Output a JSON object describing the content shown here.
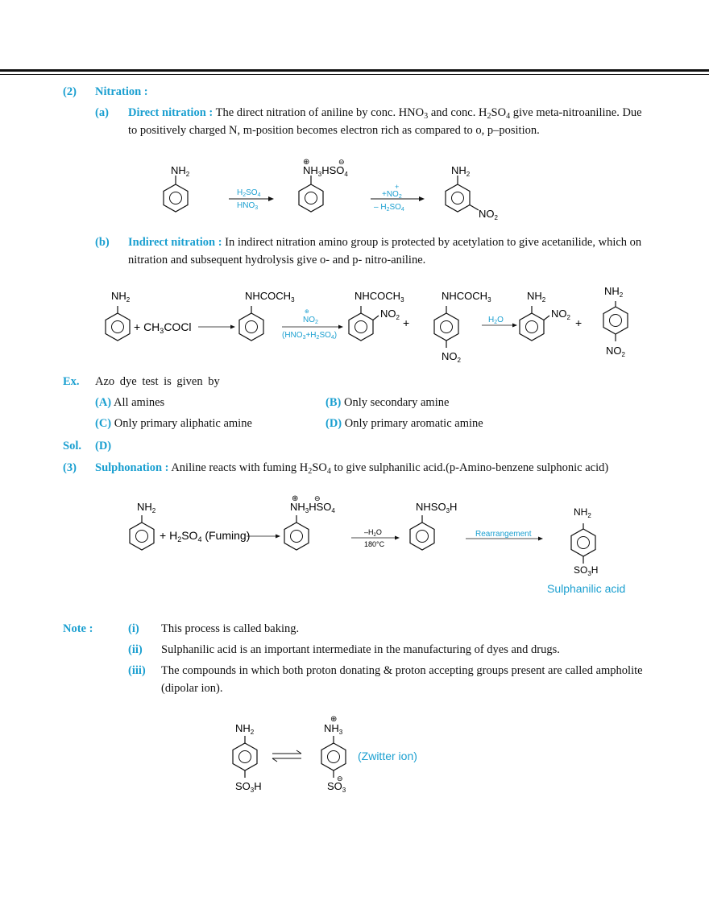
{
  "section2": {
    "num": "(2)",
    "title": "Nitration :",
    "a": {
      "label": "(a)",
      "heading": "Direct nitration :",
      "text_line1_parts": [
        "The direct nitration of aniline by conc. HNO",
        "3",
        " and conc. H",
        "2",
        "SO",
        "4",
        " give meta-nitroaniline. Due"
      ],
      "text_line2": "to positively charged N, m-position becomes electron rich as compared to o, p–position."
    },
    "b": {
      "label": "(b)",
      "heading": "Indirect nitration :",
      "text_line1": "In indirect nitration amino group is protected by acetylation to give acetanilide, which on",
      "text_line2": "nitration and subsequent hydrolysis give o- and p- nitro-aniline."
    }
  },
  "scheme1": {
    "nh2": "NH",
    "two": "2",
    "anilinium": "NH",
    "three": "3",
    "hso4": "HSO",
    "four": "4",
    "arrow1_top": "H2SO4",
    "arrow1_bottom": "HNO3",
    "arrow2_top": "+NO2",
    "arrow2_bottom": "– H2SO4",
    "no2": "NO"
  },
  "scheme2": {
    "nh2": "NH",
    "reagent": "+ CH3COCl",
    "nhcoch3": "NHCOCH",
    "arrow1_top": "NO2",
    "arrow1_bottom": "(HNO3+H2SO4)",
    "no2": "NO",
    "plus": "+",
    "h2o": "H2O"
  },
  "example": {
    "label": "Ex.",
    "question": "Azo dye test is given by",
    "options": [
      {
        "key": "(A)",
        "text": "All amines"
      },
      {
        "key": "(B)",
        "text": "Only secondary amine"
      },
      {
        "key": "(C)",
        "text": "Only primary aliphatic amine"
      },
      {
        "key": "(D)",
        "text": "Only primary aromatic amine"
      }
    ],
    "sol_label": "Sol.",
    "sol_answer": "(D)"
  },
  "section3": {
    "num": "(3)",
    "title": "Sulphonation :",
    "text_parts": [
      "Aniline reacts with fuming H",
      "2",
      "SO",
      "4",
      " to give sulphanilic acid.(p-Amino-benzene sulphonic acid)"
    ]
  },
  "scheme3": {
    "nh2": "NH",
    "reagent_parts": [
      "+ H",
      "2",
      "SO",
      "4",
      " (Fuming)"
    ],
    "nh3hso4": "NH",
    "arrow2_top": "–H2O",
    "arrow2_bottom": "180°C",
    "nhso3h": "NHSO3H",
    "rearr": "Rearrangement",
    "so3h": "SO3H",
    "product_name": "Sulphanilic acid"
  },
  "note": {
    "label": "Note :",
    "items": [
      {
        "key": "(i)",
        "text": "This process is called baking."
      },
      {
        "key": "(ii)",
        "text": "Sulphanilic acid is an important intermediate in the manufacturing of dyes and drugs."
      },
      {
        "key": "(iii)",
        "text": "The compounds in which both proton donating & proton accepting groups present are called ampholite",
        "text2": "(dipolar ion)."
      }
    ]
  },
  "scheme4": {
    "nh2": "NH",
    "nh3": "NH",
    "so3h": "SO",
    "so3": "SO",
    "zwitter": "(Zwitter ion)"
  }
}
